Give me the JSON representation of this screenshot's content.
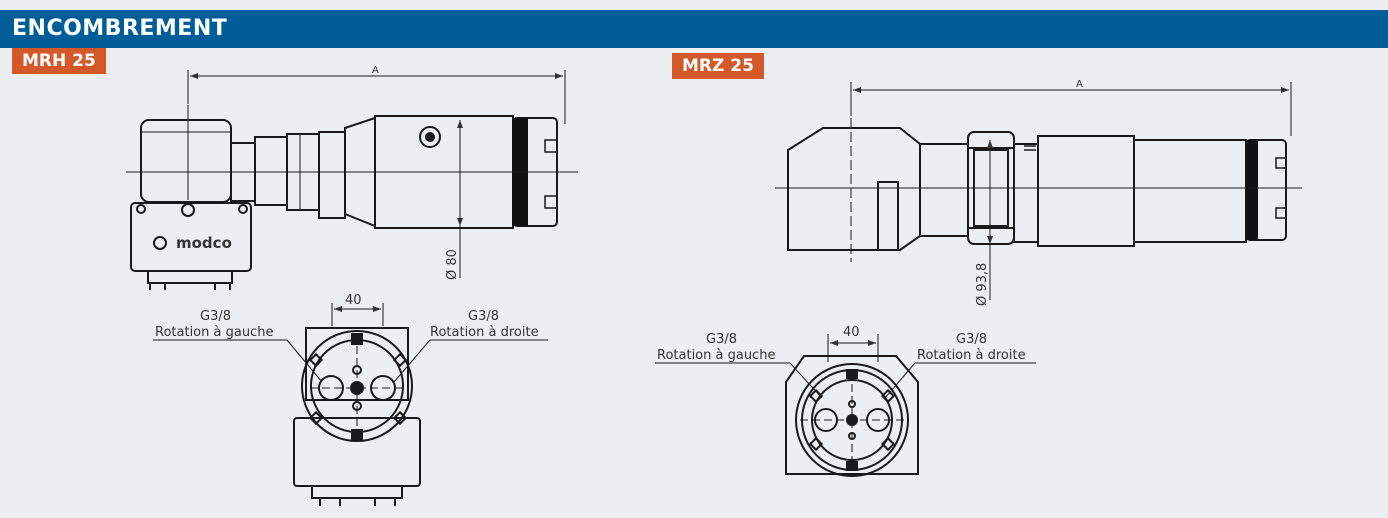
{
  "header": {
    "title": "ENCOMBREMENT"
  },
  "models": [
    {
      "tag": "MRH 25",
      "dim_a": "A",
      "diameter": "Ø 80",
      "spacing": "40",
      "port_left": {
        "thread": "G3/8",
        "label": "Rotation à gauche"
      },
      "port_right": {
        "thread": "G3/8",
        "label": "Rotation à droite"
      },
      "brand": "modco"
    },
    {
      "tag": "MRZ 25",
      "dim_a": "A",
      "diameter": "Ø 93,8",
      "spacing": "40",
      "port_left": {
        "thread": "G3/8",
        "label": "Rotation à gauche"
      },
      "port_right": {
        "thread": "G3/8",
        "label": "Rotation à droite"
      }
    }
  ],
  "colors": {
    "header": "#005d98",
    "tag": "#d4592a",
    "background": "#eceff2",
    "line": "#1a1a1a"
  }
}
